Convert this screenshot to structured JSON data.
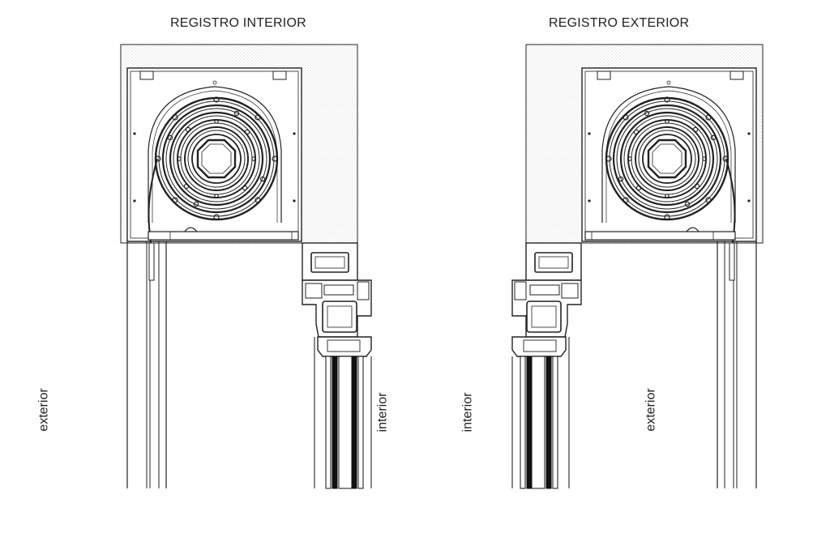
{
  "left_panel": {
    "title": "REGISTRO INTERIOR",
    "label_left": "exterior",
    "label_right": "interior"
  },
  "right_panel": {
    "title": "REGISTRO EXTERIOR",
    "label_left": "interior",
    "label_right": "exterior"
  },
  "colors": {
    "line": "#222222",
    "stipple": "#bdbdbd",
    "glass": "#111111"
  }
}
